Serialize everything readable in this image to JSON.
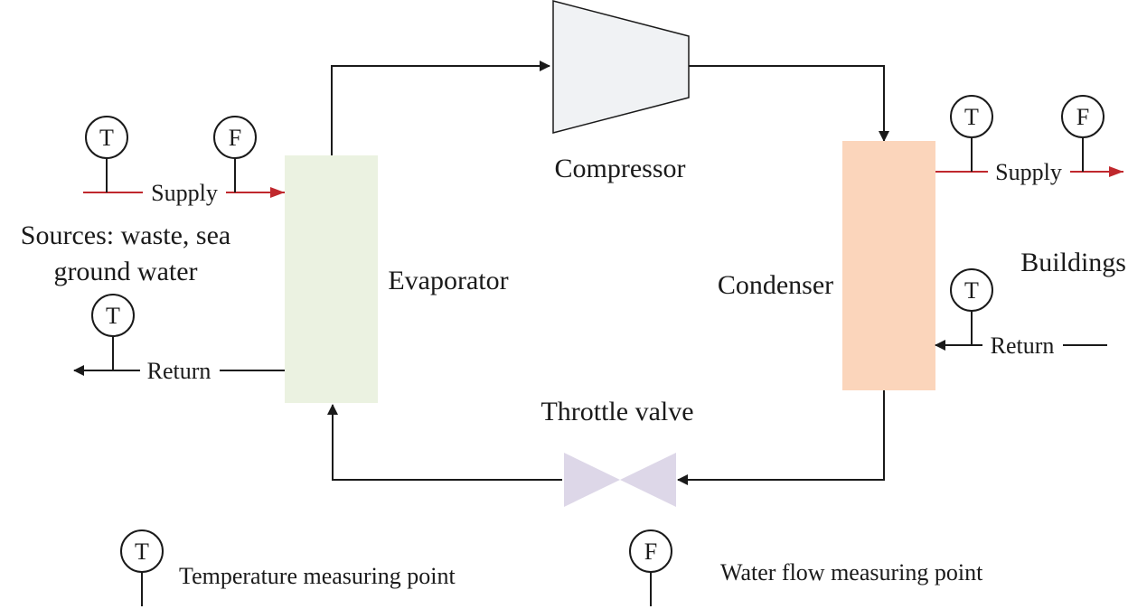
{
  "components": {
    "compressor": "Compressor",
    "evaporator": "Evaporator",
    "condenser": "Condenser",
    "throttle_valve": "Throttle valve"
  },
  "source_side": {
    "label_line1": "Sources: waste, sea",
    "label_line2": "ground water",
    "supply": "Supply",
    "return": "Return"
  },
  "building_side": {
    "label": "Buildings",
    "supply": "Supply",
    "return": "Return"
  },
  "sensors": {
    "temperature_letter": "T",
    "flow_letter": "F"
  },
  "legend": {
    "temperature": "Temperature measuring point",
    "flow": "Water flow measuring point"
  },
  "colors": {
    "evaporator_fill": "#ebf2e1",
    "condenser_fill": "#fbd5bb",
    "compressor_fill": "#f0f2f4",
    "valve_fill": "#ddd7e8",
    "water_line": "#c0282d",
    "line": "#1a1a1a"
  }
}
